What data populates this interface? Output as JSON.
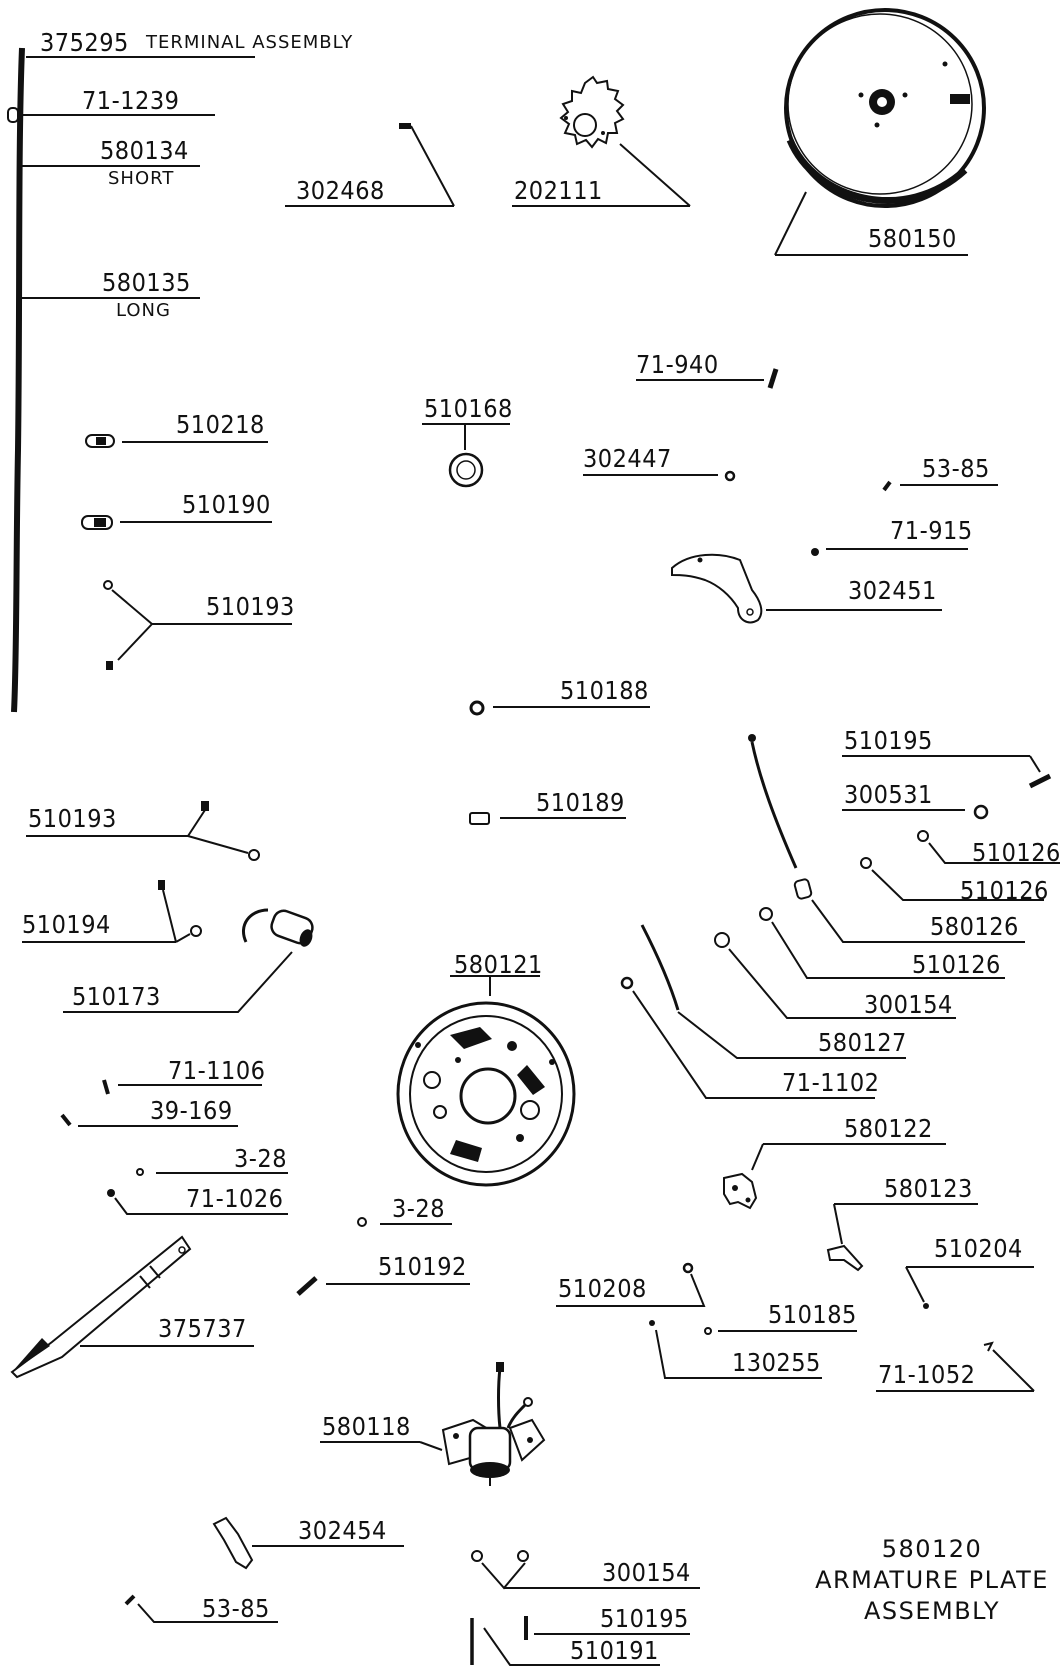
{
  "diagram_title": {
    "number": "580120",
    "line1": "ARMATURE PLATE",
    "line2": "ASSEMBLY"
  },
  "terminal_assembly": {
    "number": "375295",
    "name": "TERMINAL ASSEMBLY"
  },
  "lead_notes": {
    "short": "SHORT",
    "long": "LONG"
  },
  "parts": {
    "p71_1239": "71-1239",
    "p580134": "580134",
    "p580135": "580135",
    "p302468": "302468",
    "p202111": "202111",
    "p580150": "580150",
    "p71_940": "71-940",
    "p510168": "510168",
    "p510218": "510218",
    "p510190": "510190",
    "p302447": "302447",
    "p53_85_top": "53-85",
    "p71_915": "71-915",
    "p302451": "302451",
    "p510193_a": "510193",
    "p510188": "510188",
    "p510195_a": "510195",
    "p300531": "300531",
    "p510126_a": "510126",
    "p510126_b": "510126",
    "p510126_c": "510126",
    "p510193_b": "510193",
    "p510189": "510189",
    "p580126": "580126",
    "p510194": "510194",
    "p300154_a": "300154",
    "p510173": "510173",
    "p580121": "580121",
    "p580127": "580127",
    "p71_1102": "71-1102",
    "p71_1106": "71-1106",
    "p39_169": "39-169",
    "p580122": "580122",
    "p3_28_a": "3-28",
    "p71_1026": "71-1026",
    "p3_28_b": "3-28",
    "p580123": "580123",
    "p510192": "510192",
    "p510204": "510204",
    "p510208": "510208",
    "p510185": "510185",
    "p375737": "375737",
    "p130255": "130255",
    "p71_1052": "71-1052",
    "p580118": "580118",
    "p302454": "302454",
    "p300154_b": "300154",
    "p53_85_bot": "53-85",
    "p510195_b": "510195",
    "p510191": "510191"
  }
}
